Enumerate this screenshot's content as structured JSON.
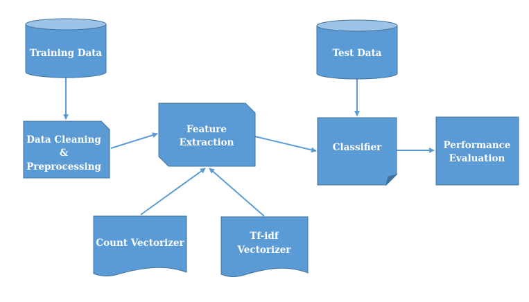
{
  "colors": {
    "fill": "#5B9BD5",
    "stroke": "#41719C",
    "cylinder_top": "#9DC3E6",
    "edge": "#5B9BD5",
    "text": "#ffffff"
  },
  "nodes": {
    "training_data": {
      "label": "Training Data",
      "shape": "cylinder"
    },
    "test_data": {
      "label": "Test Data",
      "shape": "cylinder"
    },
    "data_cleaning": {
      "lines": [
        "Data Cleaning",
        "&",
        "Preprocessing"
      ],
      "shape": "snipped-corner-rectangle"
    },
    "feature_extraction": {
      "lines": [
        "Feature",
        "Extraction"
      ],
      "shape": "snipped-corner-rectangle"
    },
    "classifier": {
      "label": "Classifier",
      "shape": "folded-corner-rectangle"
    },
    "performance_evaluation": {
      "lines": [
        "Performance",
        "Evaluation"
      ],
      "shape": "rectangle"
    },
    "count_vectorizer": {
      "label": "Count Vectorizer",
      "shape": "document"
    },
    "tfidf_vectorizer": {
      "lines": [
        "Tf-idf",
        "Vectorizer"
      ],
      "shape": "document"
    }
  },
  "edges": [
    {
      "from": "training_data",
      "to": "data_cleaning"
    },
    {
      "from": "data_cleaning",
      "to": "feature_extraction"
    },
    {
      "from": "count_vectorizer",
      "to": "feature_extraction"
    },
    {
      "from": "tfidf_vectorizer",
      "to": "feature_extraction"
    },
    {
      "from": "feature_extraction",
      "to": "classifier"
    },
    {
      "from": "test_data",
      "to": "classifier"
    },
    {
      "from": "classifier",
      "to": "performance_evaluation"
    }
  ]
}
